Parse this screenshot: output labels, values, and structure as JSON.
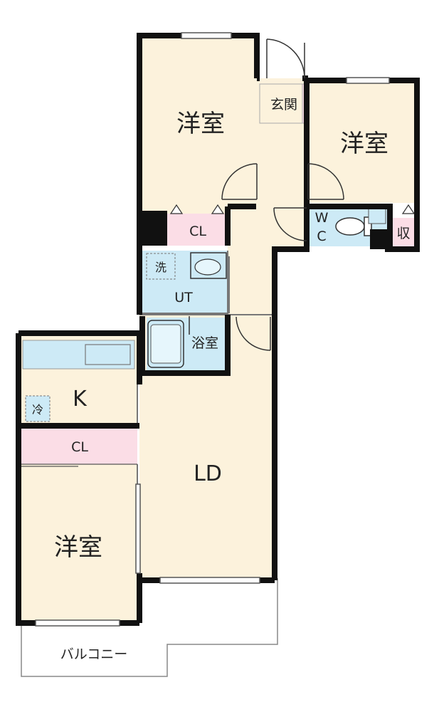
{
  "rooms": {
    "bedroom_north": "洋室",
    "bedroom_east": "洋室",
    "bedroom_southwest": "洋室",
    "entrance": "玄関",
    "closet_north": "CL",
    "closet_southwest": "CL",
    "wc_line1": "W",
    "wc_line2": "C",
    "storage": "収",
    "washer": "洗",
    "utility": "UT",
    "bathroom": "浴室",
    "kitchen": "K",
    "fridge": "冷",
    "living_dining": "LD",
    "balcony": "バルコニー"
  },
  "colors": {
    "room_fill": "#fcf2dc",
    "closet_fill": "#fbdde6",
    "water_fill": "#cdeaf6",
    "wall": "#111111"
  }
}
